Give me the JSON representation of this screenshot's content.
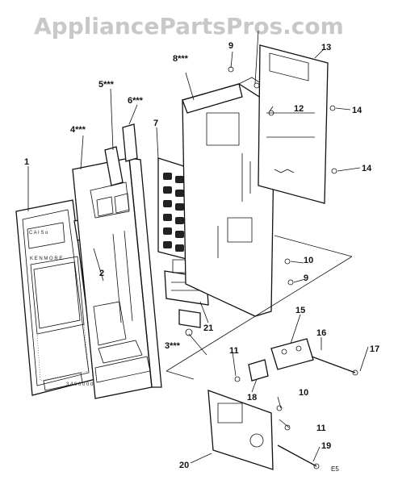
{
  "watermark": "AppliancePartsPros.com",
  "code": "E5",
  "panel_text": {
    "brand": "C A I S o",
    "model": "K E N M O R E",
    "footer": "3 4 0 0 0 0 0"
  },
  "callouts": [
    "1",
    "2",
    "3***",
    "4***",
    "5***",
    "6***",
    "7",
    "8***",
    "9",
    "9",
    "10",
    "10",
    "11",
    "11",
    "12",
    "13",
    "14",
    "14",
    "15",
    "16",
    "17",
    "18",
    "19",
    "20",
    "21"
  ]
}
